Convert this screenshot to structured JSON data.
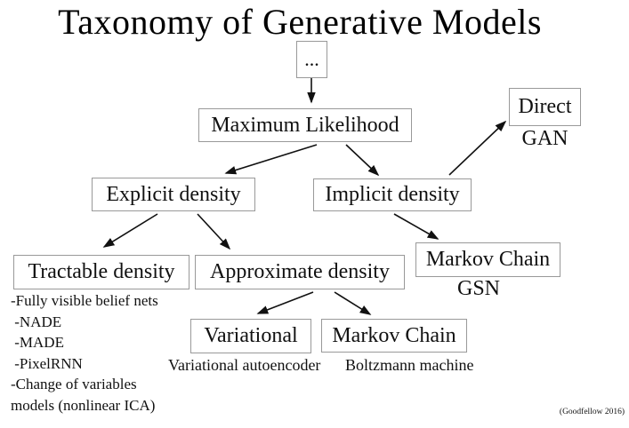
{
  "slide": {
    "title": "Taxonomy of Generative Models",
    "attribution": "(Goodfellow 2016)"
  },
  "nodes": {
    "root": "...",
    "maximum_likelihood": "Maximum Likelihood",
    "direct": "Direct",
    "direct_caption": "GAN",
    "explicit_density": "Explicit density",
    "implicit_density": "Implicit density",
    "tractable_density": "Tractable density",
    "approximate_density": "Approximate density",
    "markov_chain_gsn": "Markov Chain",
    "markov_chain_gsn_caption": "GSN",
    "variational": "Variational",
    "variational_caption": "Variational autoencoder",
    "markov_chain": "Markov Chain",
    "markov_chain_caption": "Boltzmann machine"
  },
  "tractable_examples": [
    "-Fully visible belief nets",
    " -NADE",
    " -MADE",
    " -PixelRNN",
    "-Change of variables",
    "models (nonlinear ICA)"
  ],
  "colors": {
    "background": "#ffffff",
    "text": "#111111",
    "box_border": "#999999",
    "arrow": "#111111"
  }
}
